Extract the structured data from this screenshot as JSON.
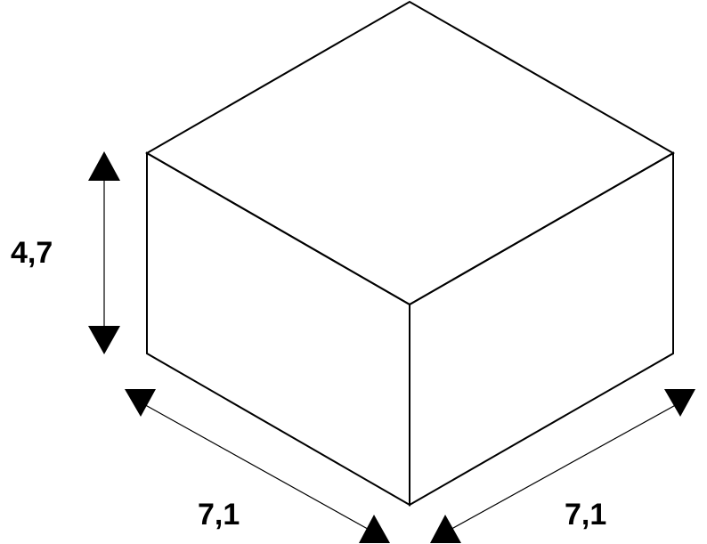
{
  "dimensions": {
    "height_label": "4,7",
    "depth_label": "7,1",
    "width_label": "7,1"
  },
  "colors": {
    "line": "#000000",
    "background": "#ffffff"
  }
}
